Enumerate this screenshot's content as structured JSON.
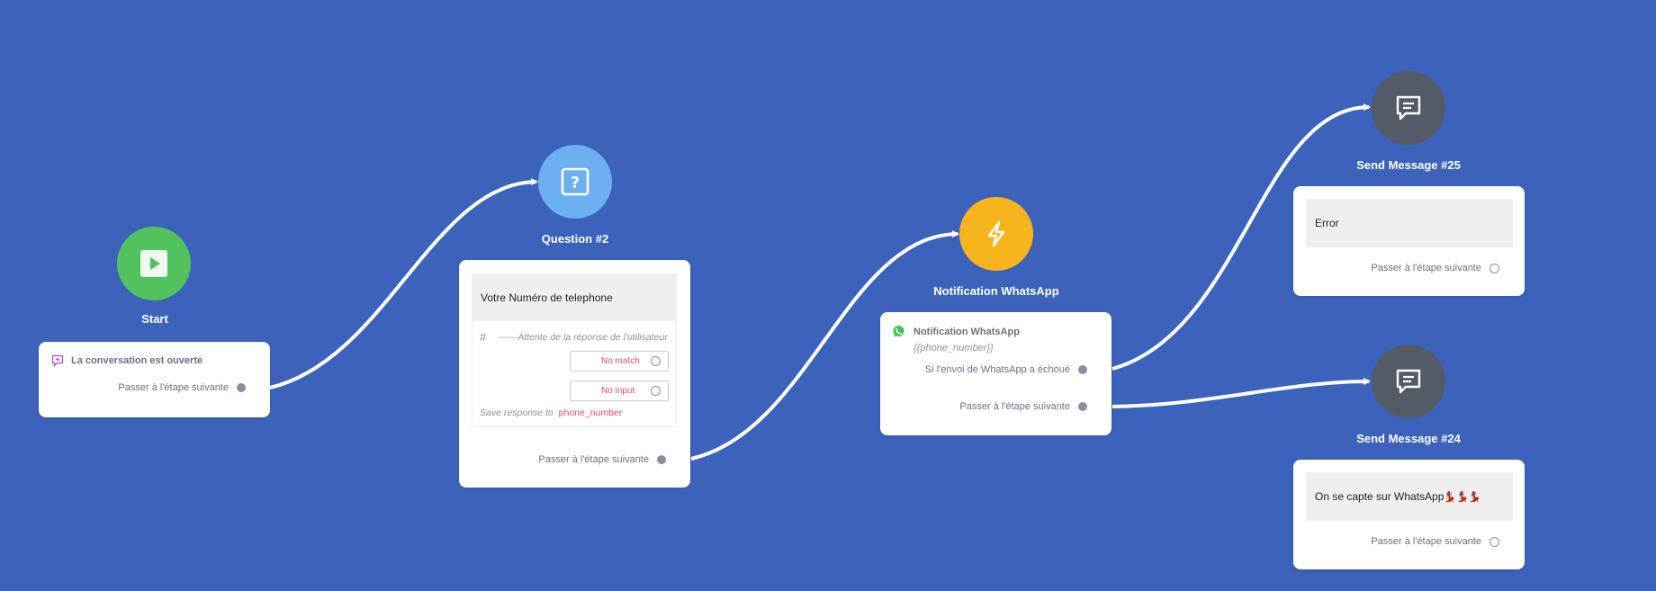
{
  "colors": {
    "background": "#3d62bb",
    "start": "#52c25e",
    "question": "#6db0f2",
    "whatsapp": "#f8b41c",
    "send_message": "#555b66",
    "pill_text": "#e0457b"
  },
  "nodes": {
    "start": {
      "icon": "play-icon",
      "title": "Start",
      "trigger_icon": "chat-plus-icon",
      "trigger_label": "La conversation est ouverte",
      "next_label": "Passer à l'étape suivante"
    },
    "question": {
      "icon": "question-icon",
      "title": "Question #2",
      "message": "Votre Numéro de telephone",
      "wait_icon": "hash-icon",
      "wait_label": "------Attente de la réponse de l'utilisateur",
      "no_match": "No match",
      "no_input": "No input",
      "save_label": "Save response to",
      "save_variable": "phone_number",
      "next_label": "Passer à l'étape suivante"
    },
    "whatsapp": {
      "icon": "lightning-icon",
      "title": "Notification WhatsApp",
      "card_icon": "whatsapp-icon",
      "card_title": "Notification WhatsApp",
      "card_subtitle": "{{phone_number}}",
      "fail_label": "Si l'envoi de WhatsApp a échoué",
      "next_label": "Passer à l'étape suivante"
    },
    "send25": {
      "icon": "message-icon",
      "title": "Send Message #25",
      "message": "Error",
      "next_label": "Passer à l'étape suivante"
    },
    "send24": {
      "icon": "message-icon",
      "title": "Send Message #24",
      "message": "On se capte sur WhatsApp",
      "emoji": "💃🏾💃🏾💃🏾",
      "next_label": "Passer à l'étape suivante"
    }
  }
}
